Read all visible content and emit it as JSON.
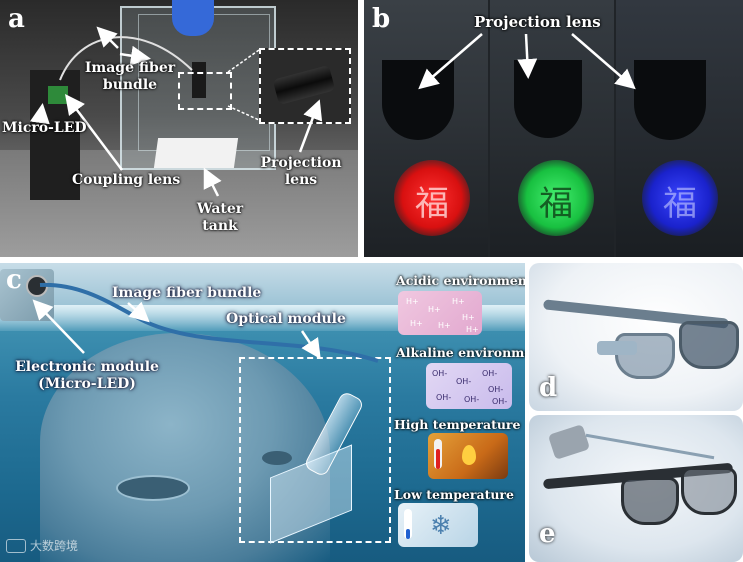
{
  "panel_a": {
    "label": "a",
    "annotations": {
      "image_fiber_bundle": "Image fiber\nbundle",
      "micro_led": "Micro-LED",
      "coupling_lens": "Coupling lens",
      "water_tank": "Water\ntank",
      "projection_lens": "Projection\nlens"
    }
  },
  "panel_b": {
    "label": "b",
    "title": "Projection lens",
    "glyph": "福",
    "spot_colors": [
      "#ff2020",
      "#22ee55",
      "#2233ff"
    ]
  },
  "panel_c": {
    "label": "c",
    "annotations": {
      "image_fiber_bundle": "Image fiber bundle",
      "optical_module": "Optical module",
      "electronic_module": "Electronic module\n(Micro-LED)"
    },
    "environments": [
      {
        "label": "Acidic environment",
        "ions": [
          "H+",
          "H+",
          "H+",
          "H+",
          "H+",
          "H+",
          "H+"
        ]
      },
      {
        "label": "Alkaline environment",
        "ions": [
          "OH-",
          "OH-",
          "OH-",
          "OH-",
          "OH-",
          "OH-",
          "OH-"
        ]
      },
      {
        "label": "High temperature"
      },
      {
        "label": "Low temperature"
      }
    ],
    "watermark": "大数跨境"
  },
  "panel_d": {
    "label": "d"
  },
  "panel_e": {
    "label": "e"
  }
}
